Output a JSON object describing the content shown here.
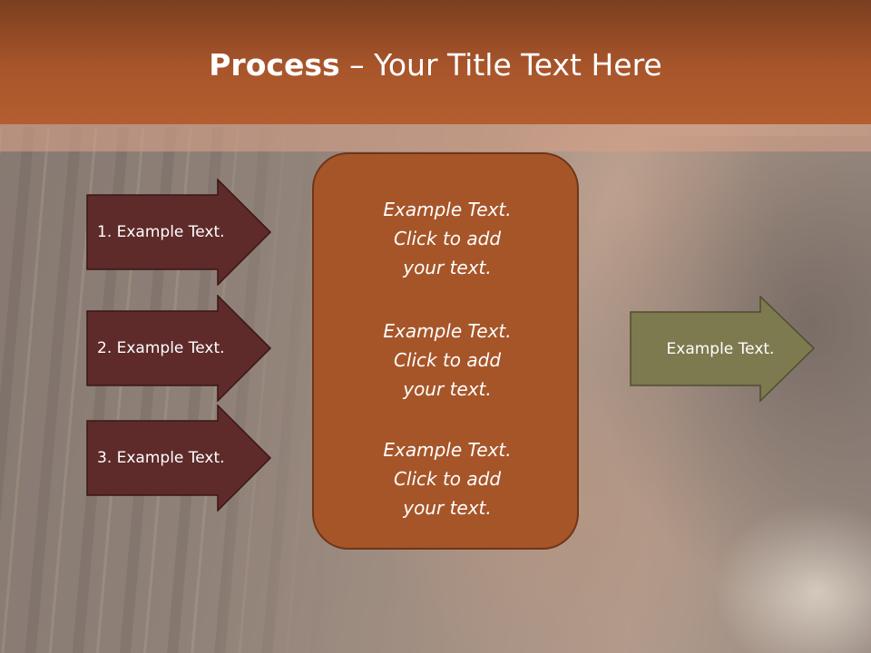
{
  "header": {
    "title_bold": "Process",
    "title_rest": " – Your Title Text Here"
  },
  "steps": [
    {
      "label": "1. Example Text."
    },
    {
      "label": "2. Example Text."
    },
    {
      "label": "3. Example Text."
    }
  ],
  "center_items": [
    {
      "line1": "Example Text.",
      "line2": "Click  to add",
      "line3": "your text."
    },
    {
      "line1": "Example Text.",
      "line2": "Click  to add",
      "line3": "your text."
    },
    {
      "line1": "Example Text.",
      "line2": "Click  to add",
      "line3": "your text."
    }
  ],
  "result": {
    "label": "Example Text."
  },
  "colors": {
    "header": "#a9552b",
    "step_arrow": "#5e2a2a",
    "center_box": "#a65529",
    "result_arrow": "#7d7a4f"
  }
}
